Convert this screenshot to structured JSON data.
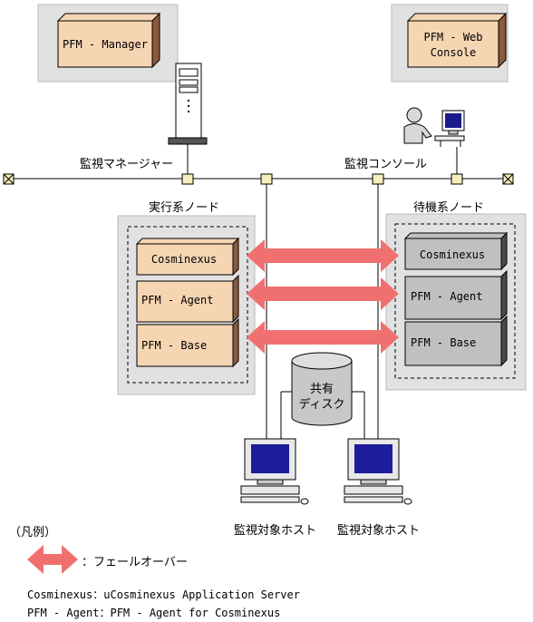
{
  "manager_box": {
    "label": "PFM - Manager"
  },
  "webconsole_box": {
    "line1": "PFM - Web",
    "line2": "Console"
  },
  "manager_host_label": "監視マネージャー",
  "console_host_label": "監視コンソール",
  "active_node": {
    "title": "実行系ノード",
    "components": [
      "Cosminexus",
      "PFM - Agent",
      "PFM - Base"
    ]
  },
  "standby_node": {
    "title": "待機系ノード",
    "components": [
      "Cosminexus",
      "PFM - Agent",
      "PFM - Base"
    ]
  },
  "shared_disk": {
    "line1": "共有",
    "line2": "ディスク"
  },
  "monitored_hosts": [
    "監視対象ホスト",
    "監視対象ホスト"
  ],
  "legend": {
    "title": "（凡例）",
    "failover_label": "：フェールオーバー",
    "note1": "Cosminexus：uCosminexus Application Server",
    "note2": "PFM - Agent：PFM - Agent for Cosminexus"
  },
  "colors": {
    "component_active": "#f6d5b3",
    "component_standby": "#c0c0c0",
    "failover_arrow": "#f07070",
    "panel_gray": "#e1e1e1",
    "node_connector": "#f5eebb"
  }
}
